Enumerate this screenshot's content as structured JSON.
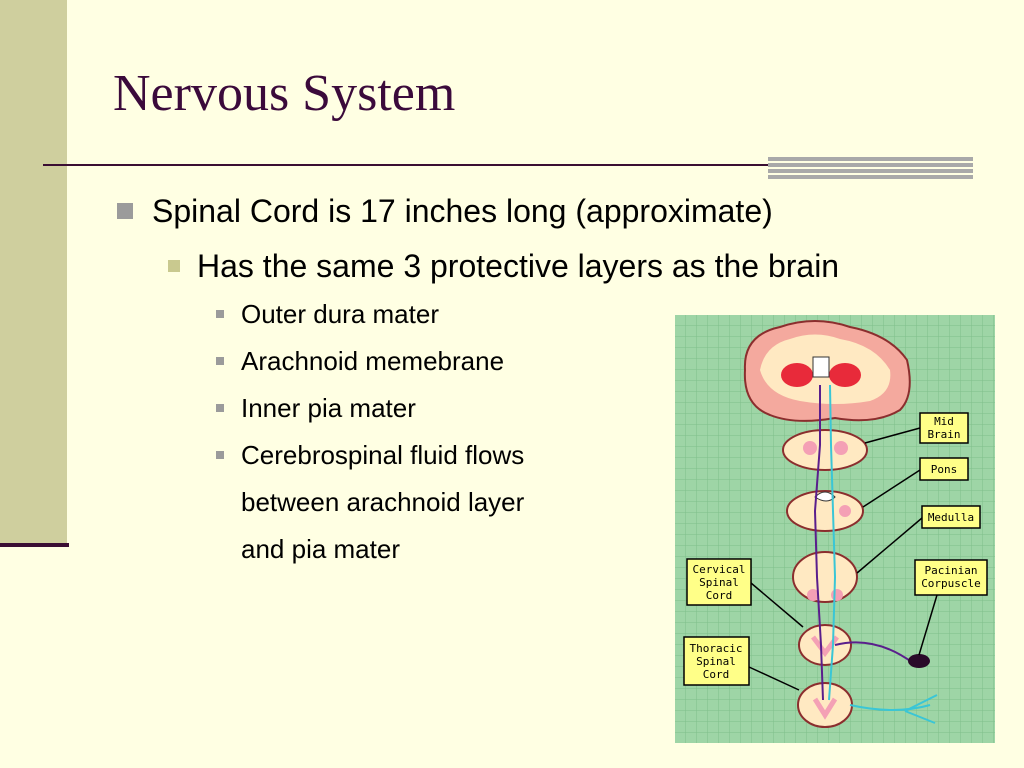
{
  "slide": {
    "title": "Nervous System",
    "bullets": {
      "level1": "Spinal Cord is 17 inches long (approximate)",
      "level2": "Has the same 3 protective layers as the brain",
      "level3": [
        "Outer dura mater",
        "Arachnoid memebrane",
        "Inner pia mater",
        "Cerebrospinal fluid flows"
      ],
      "continuation": [
        "between arachnoid layer",
        "and pia mater"
      ]
    }
  },
  "figure": {
    "labels": {
      "mid_brain": [
        "Mid",
        "Brain"
      ],
      "pons": "Pons",
      "medulla": "Medulla",
      "cervical": [
        "Cervical",
        "Spinal",
        "Cord"
      ],
      "pacinian": [
        "Pacinian",
        "Corpuscle"
      ],
      "thoracic": [
        "Thoracic",
        "Spinal",
        "Cord"
      ]
    }
  },
  "colors": {
    "background": "#FFFFE3",
    "side_band": "#CFCF9E",
    "title": "#3B0A3B",
    "figure_grid": "#9ED5A6",
    "label_box": "#FFFF88"
  }
}
